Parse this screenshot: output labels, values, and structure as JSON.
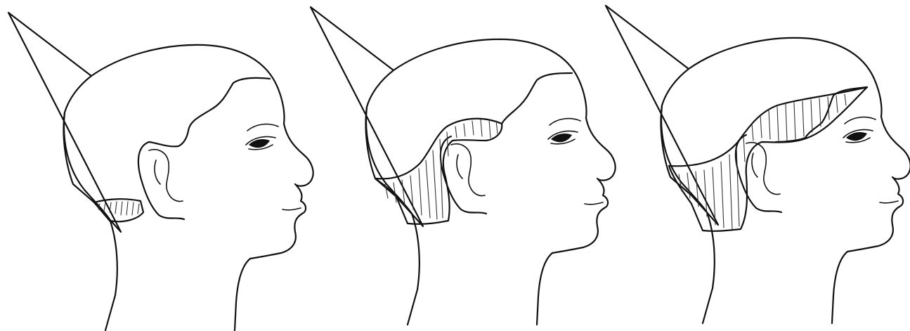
{
  "figure": {
    "background_color": "#ffffff",
    "line_color": "#111111",
    "panels": [
      {
        "id": "panel-1",
        "hatched_region": "nape"
      },
      {
        "id": "panel-2",
        "hatched_region": "lower-back-and-behind-ear"
      },
      {
        "id": "panel-3",
        "hatched_region": "back-and-sides-to-crown"
      }
    ]
  }
}
